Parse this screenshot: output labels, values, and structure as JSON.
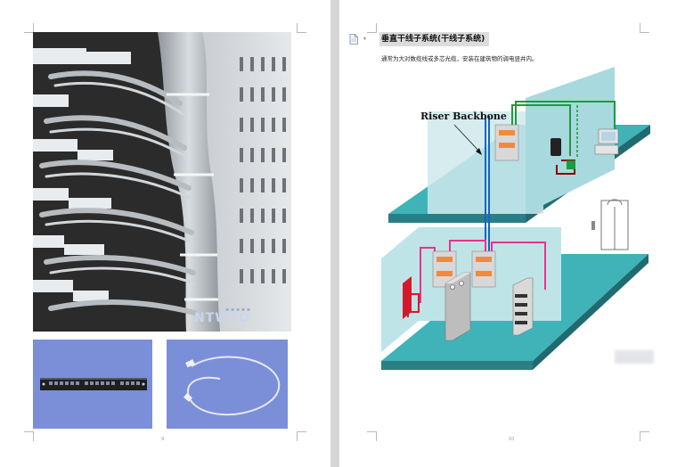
{
  "left_page": {
    "page_number": "9",
    "watermark": "NTWTO",
    "photos": [
      {
        "name": "rack-cabling-photo"
      },
      {
        "name": "patch-panel-photo"
      },
      {
        "name": "patch-cable-photo"
      }
    ]
  },
  "right_page": {
    "page_number": "10",
    "heading": "垂直干线子系统(干线子系统)",
    "body_text": "通常为大对数缆线或多芯光缆，安装在建筑物的弱电竖井内。",
    "diagram": {
      "riser_label": "Riser Backbone"
    }
  },
  "colors": {
    "floor": "#3fb3b8",
    "floor_edge": "#2a7f86",
    "wall": "#bfe4e8",
    "riser": "#1565c0",
    "green_cable": "#1f9a3f",
    "pink_cable": "#e8338a",
    "red_cable": "#b00020",
    "photo_bg": "#7b8fd9"
  },
  "icons": [
    "document-icon",
    "chevron-down-icon"
  ]
}
